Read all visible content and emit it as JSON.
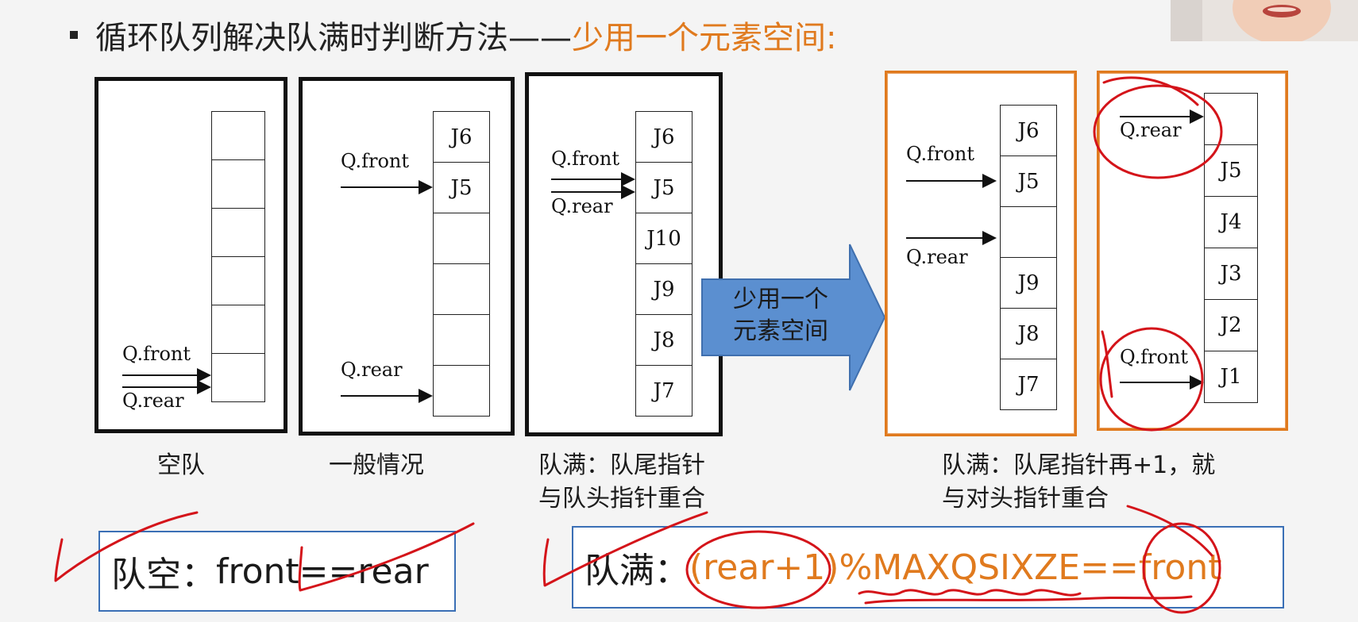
{
  "slide": {
    "title_main": "循环队列解决队满时判断方法——",
    "title_highlight": "少用一个元素空间:",
    "colors": {
      "accent": "#e07a1e",
      "box_border": "#3a6fb5",
      "arrow_fill": "#5b8fd0",
      "annotation_ink": "#d4141a"
    }
  },
  "panels": [
    {
      "id": "empty",
      "cells": [
        "",
        "",
        "",
        "",
        "",
        ""
      ],
      "labels": [
        "Q.front",
        "Q.rear"
      ]
    },
    {
      "id": "general",
      "cells": [
        "J6",
        "J5",
        "",
        "",
        "",
        ""
      ],
      "labels": [
        "Q.front",
        "Q.rear"
      ]
    },
    {
      "id": "full-overlap",
      "cells": [
        "J6",
        "J5",
        "J10",
        "J9",
        "J8",
        "J7"
      ],
      "labels": [
        "Q.front",
        "Q.rear"
      ]
    },
    {
      "id": "full-one-empty",
      "cells": [
        "J6",
        "J5",
        "",
        "J9",
        "J8",
        "J7"
      ],
      "labels": [
        "Q.front",
        "Q.rear"
      ]
    },
    {
      "id": "full-one-empty-2",
      "cells": [
        "",
        "J5",
        "J4",
        "J3",
        "J2",
        "J1"
      ],
      "labels": [
        "Q.rear",
        "Q.front"
      ]
    }
  ],
  "transition_arrow": {
    "line1": "少用一个",
    "line2": "元素空间"
  },
  "captions": {
    "empty": "空队",
    "general": "一般情况",
    "full_overlap_line1": "队满：队尾指针",
    "full_overlap_line2": "与队头指针重合",
    "full_one_empty_line1": "队满：队尾指针再+1，就",
    "full_one_empty_line2": "与对头指针重合"
  },
  "formulas": {
    "empty_label": "队空：",
    "empty_expr": "front==rear",
    "full_label": "队满：",
    "full_expr": "(rear+1)%MAXQSIXZE==front"
  }
}
